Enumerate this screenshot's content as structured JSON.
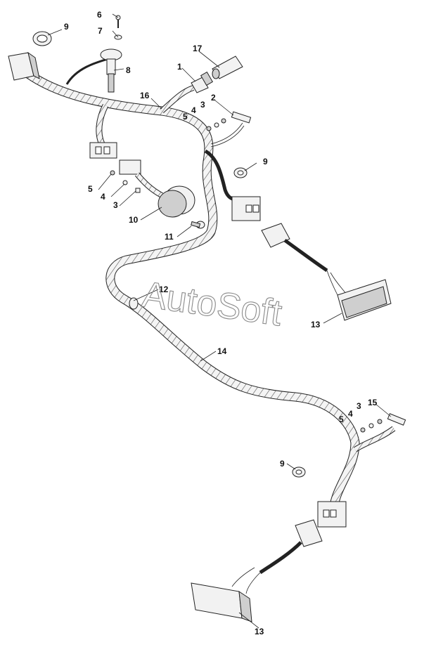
{
  "watermark": "AutoSoft",
  "callouts": {
    "c1": "1",
    "c2": "2",
    "c3a": "3",
    "c3b": "3",
    "c3c": "3",
    "c4a": "4",
    "c4b": "4",
    "c4c": "4",
    "c5a": "5",
    "c5b": "5",
    "c5c": "5",
    "c6": "6",
    "c7": "7",
    "c8": "8",
    "c9a": "9",
    "c9b": "9",
    "c9c": "9",
    "c10": "10",
    "c11": "11",
    "c12": "12",
    "c13a": "13",
    "c13b": "13",
    "c14": "14",
    "c15": "15",
    "c16": "16",
    "c17": "17"
  }
}
